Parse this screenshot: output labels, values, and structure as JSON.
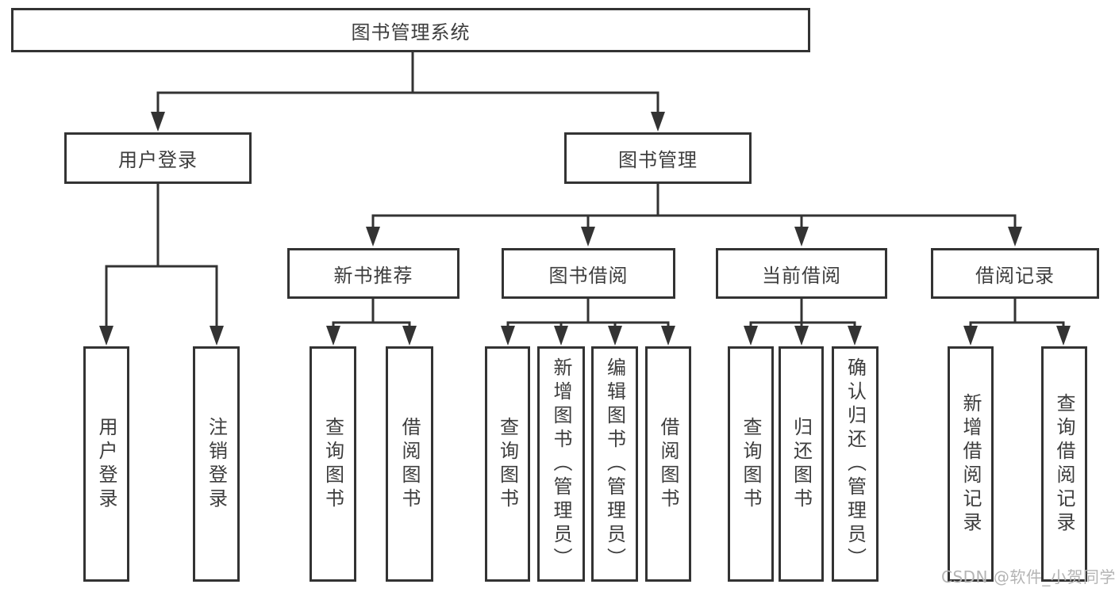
{
  "diagram": {
    "title": "图书管理系统",
    "level2": [
      "用户登录",
      "图书管理"
    ],
    "level3": [
      "新书推荐",
      "图书借阅",
      "当前借阅",
      "借阅记录"
    ],
    "leaves": {
      "user_login": [
        "用户登录",
        "注销登录"
      ],
      "new_book_recommend": [
        "查询图书",
        "借阅图书"
      ],
      "book_borrow": [
        "查询图书",
        "新增图书（管理员）",
        "编辑图书（管理员）",
        "借阅图书"
      ],
      "current_borrow": [
        "查询图书",
        "归还图书",
        "确认归还（管理员）"
      ],
      "borrow_records": [
        "新增借阅记录",
        "查询借阅记录"
      ]
    },
    "watermark": "CSDN @软件_小贺同学",
    "colors": {
      "line": "#333333",
      "text": "#3d3d3d",
      "background": "#ffffff",
      "watermark": "#b4b4b4"
    }
  }
}
